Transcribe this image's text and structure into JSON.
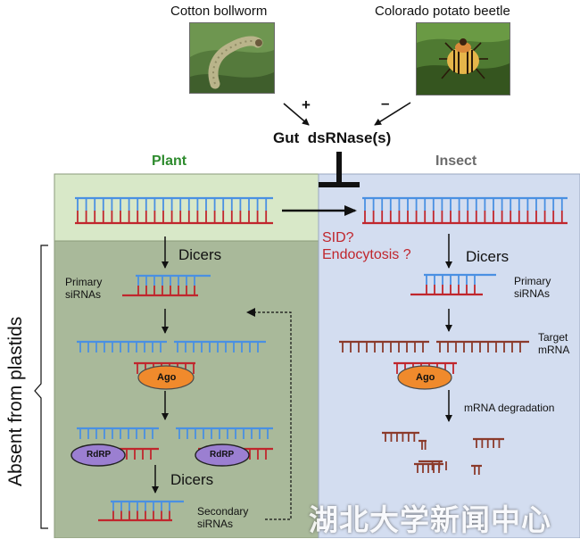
{
  "organisms": {
    "cotton_bollworm": "Cotton bollworm",
    "colorado_potato_beetle": "Colorado potato beetle"
  },
  "effects": {
    "positive": "+",
    "negative": "–"
  },
  "gut_dsrnase": "Gut  dsRNase(s)",
  "panels": {
    "plant": "Plant",
    "insect": "Insect"
  },
  "plant": {
    "dicers_1": "Dicers",
    "primary_sirnas": "Primary\nsiRNAs",
    "ago": "Ago",
    "rdrp_1": "RdRP",
    "rdrp_2": "RdRP",
    "dicers_2": "Dicers",
    "secondary_sirnas": "Secondary\nsiRNAs"
  },
  "insect": {
    "uptake_sid": "SID?",
    "uptake_endocytosis": "Endocytosis ?",
    "dicers": "Dicers",
    "primary_sirnas": "Primary\nsiRNAs",
    "target_mrna": "Target\nmRNA",
    "ago": "Ago",
    "mrna_degradation": "mRNA degradation"
  },
  "side_label": "Absent from plastids",
  "watermark": "湖北大学新闻中心",
  "colors": {
    "sense_strand": "#4a90e2",
    "antisense_strand": "#c0262d",
    "mrna_strand": "#8b3a2b",
    "plant_upper_bg": "#d8e8c8",
    "plant_lower_bg": "#a9b99a",
    "insect_bg": "#d3ddf0",
    "ago_fill": "#f08a2c",
    "rdrp_fill": "#9b7fd1",
    "plant_title": "#2e8b2e",
    "insect_title": "#6b6b6b"
  }
}
